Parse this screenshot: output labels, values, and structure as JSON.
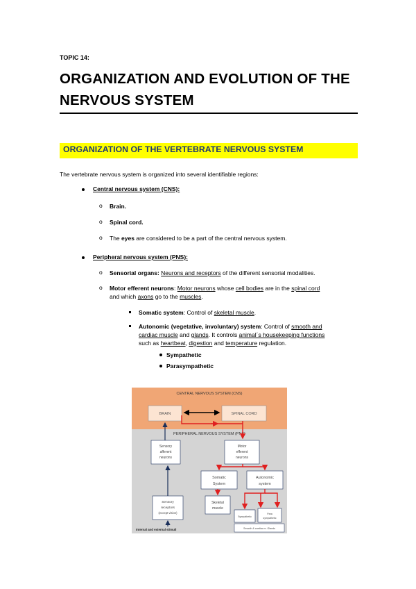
{
  "header": {
    "topic": "TOPIC 14:",
    "title_line1": "ORGANIZATION AND EVOLUTION OF THE",
    "title_line2": "NERVOUS SYSTEM"
  },
  "section": {
    "title": "ORGANIZATION OF THE VERTEBRATE NERVOUS SYSTEM",
    "intro": "The vertebrate nervous system is organized into several identifiable regions:"
  },
  "cns": {
    "heading": "Central nervous system (CNS):",
    "brain": "Brain.",
    "spinal": "Spinal cord.",
    "eyes_pre": "The ",
    "eyes_bold": "eyes",
    "eyes_post": " are considered to be a part of the central nervous system."
  },
  "pns": {
    "heading": "Peripheral nervous system (PNS):",
    "sens_bold": "Sensorial organs: ",
    "sens_u": "Neurons and receptors",
    "sens_post": " of the different sensorial modalities.",
    "motor_bold": "Motor efferent neurons",
    "motor_colon": ": ",
    "motor_u1": "Motor neurons",
    "motor_t1": " whose ",
    "motor_u2": "cell bodies",
    "motor_t2": " are in the ",
    "motor_u3": "spinal cord",
    "motor_line2_pre": "and which  ",
    "motor_u4": "axons",
    "motor_t3": " go to the ",
    "motor_u5": "muscles",
    "motor_end": ".",
    "somatic_bold": "Somatic system",
    "somatic_t": ": Control of ",
    "somatic_u": "skeletal muscle",
    "somatic_end": ".",
    "auto_bold": "Autonomic (vegetative, involuntary) system",
    "auto_t1": ": Control of ",
    "auto_u1": "smooth and",
    "auto_u2": "cardiac muscle",
    "auto_t2": " and ",
    "auto_u3": "glands",
    "auto_t3": ". It controls ",
    "auto_u4": "animal´s housekeeping functions",
    "auto_t4": "such as ",
    "auto_u5": "heartbeat",
    "auto_t5": ", ",
    "auto_u6": "digestion",
    "auto_t6": " and ",
    "auto_u7": "temperature",
    "auto_t7": " regulation.",
    "symp": "Sympathetic",
    "parasymp": "Parasympathetic"
  },
  "figure": {
    "cns_label": "CENTRAL NERVOUS SYSTEM (CNS)",
    "brain": "BRAIN",
    "spinal": "SPINAL CORD",
    "pns_label": "PERIPHERAL NERVOUS SYSTEM (PNS)",
    "sensory_aff_1": "Sensory",
    "sensory_aff_2": "afferent",
    "sensory_aff_3": "neurons",
    "motor_eff_1": "Motor",
    "motor_eff_2": "efferent",
    "motor_eff_3": "neurons",
    "somatic_1": "Somatic",
    "somatic_2": "System",
    "autonomic_1": "Autonomic",
    "autonomic_2": "system",
    "skeletal_1": "Skeletal",
    "skeletal_2": "muscle",
    "receptors_1": "Sensory",
    "receptors_2": "receptors",
    "receptors_3": "(except vision)",
    "symp": "Sympathetic",
    "parasymp_1": "Para",
    "parasymp_2": "sympathetic",
    "bottom_right": "Smooth & cardiac m. Glands",
    "stimuli": "Internal and external stimuli"
  }
}
